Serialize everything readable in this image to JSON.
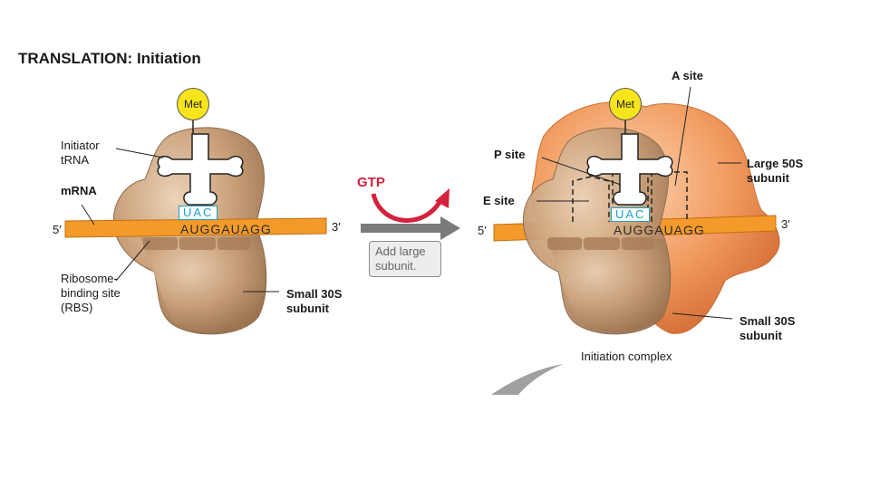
{
  "title": "TRANSLATION: Initiation",
  "left_panel": {
    "met_label": "Met",
    "initiator_trna_label": "Initiator\ntRNA",
    "mrna_label": "mRNA",
    "five_prime": "5′",
    "three_prime": "3′",
    "anticodon": "UAC",
    "codons": "AUGGAUAGG",
    "rbs_label": "Ribosome-\nbinding site\n(RBS)",
    "small_subunit_label": "Small 30S\nsubunit"
  },
  "transition": {
    "gtp_label": "GTP",
    "step_label": "Add large\nsubunit."
  },
  "right_panel": {
    "met_label": "Met",
    "a_site_label": "A site",
    "p_site_label": "P site",
    "e_site_label": "E site",
    "large_subunit_label": "Large 50S\nsubunit",
    "five_prime": "5′",
    "three_prime": "3′",
    "anticodon": "UAC",
    "codons": "AUGGAUAGG",
    "small_subunit_label": "Small 30S\nsubunit",
    "complex_label": "Initiation complex"
  },
  "colors": {
    "small_subunit": "#c49a74",
    "large_subunit": "#f0945a",
    "mrna": "#f39a2a",
    "trna": "#ffffff",
    "met": "#f6e51a",
    "gtp": "#d4213d",
    "anticodon": "#1aa0c8"
  }
}
